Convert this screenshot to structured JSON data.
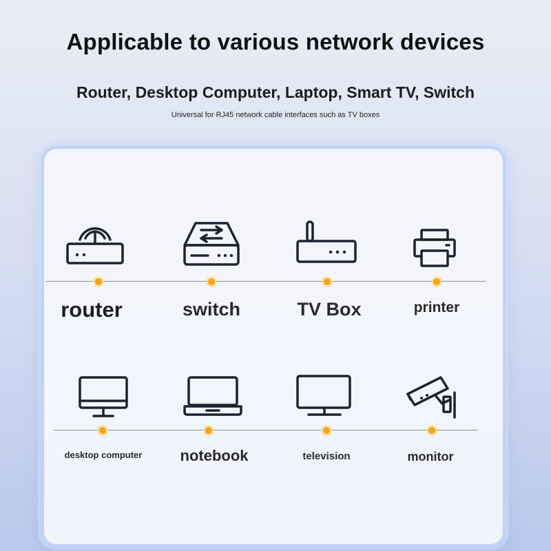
{
  "header": {
    "title": "Applicable to various network devices",
    "subtitle": "Router, Desktop Computer, Laptop, Smart TV, Switch",
    "note": "Universal for RJ45 network cable interfaces such as TV boxes"
  },
  "devices_row1": [
    {
      "label": "router",
      "icon": "router-icon"
    },
    {
      "label": "switch",
      "icon": "switch-icon"
    },
    {
      "label": "TV Box",
      "icon": "tv-box-icon"
    },
    {
      "label": "printer",
      "icon": "printer-icon"
    }
  ],
  "devices_row2": [
    {
      "label": "desktop computer",
      "icon": "desktop-computer-icon"
    },
    {
      "label": "notebook",
      "icon": "notebook-icon"
    },
    {
      "label": "television",
      "icon": "television-icon"
    },
    {
      "label": "monitor",
      "icon": "security-camera-icon"
    }
  ],
  "colors": {
    "accent_dot": "#f3a51c",
    "icon_stroke": "#1e2230",
    "panel_border": "#bed3f5"
  }
}
